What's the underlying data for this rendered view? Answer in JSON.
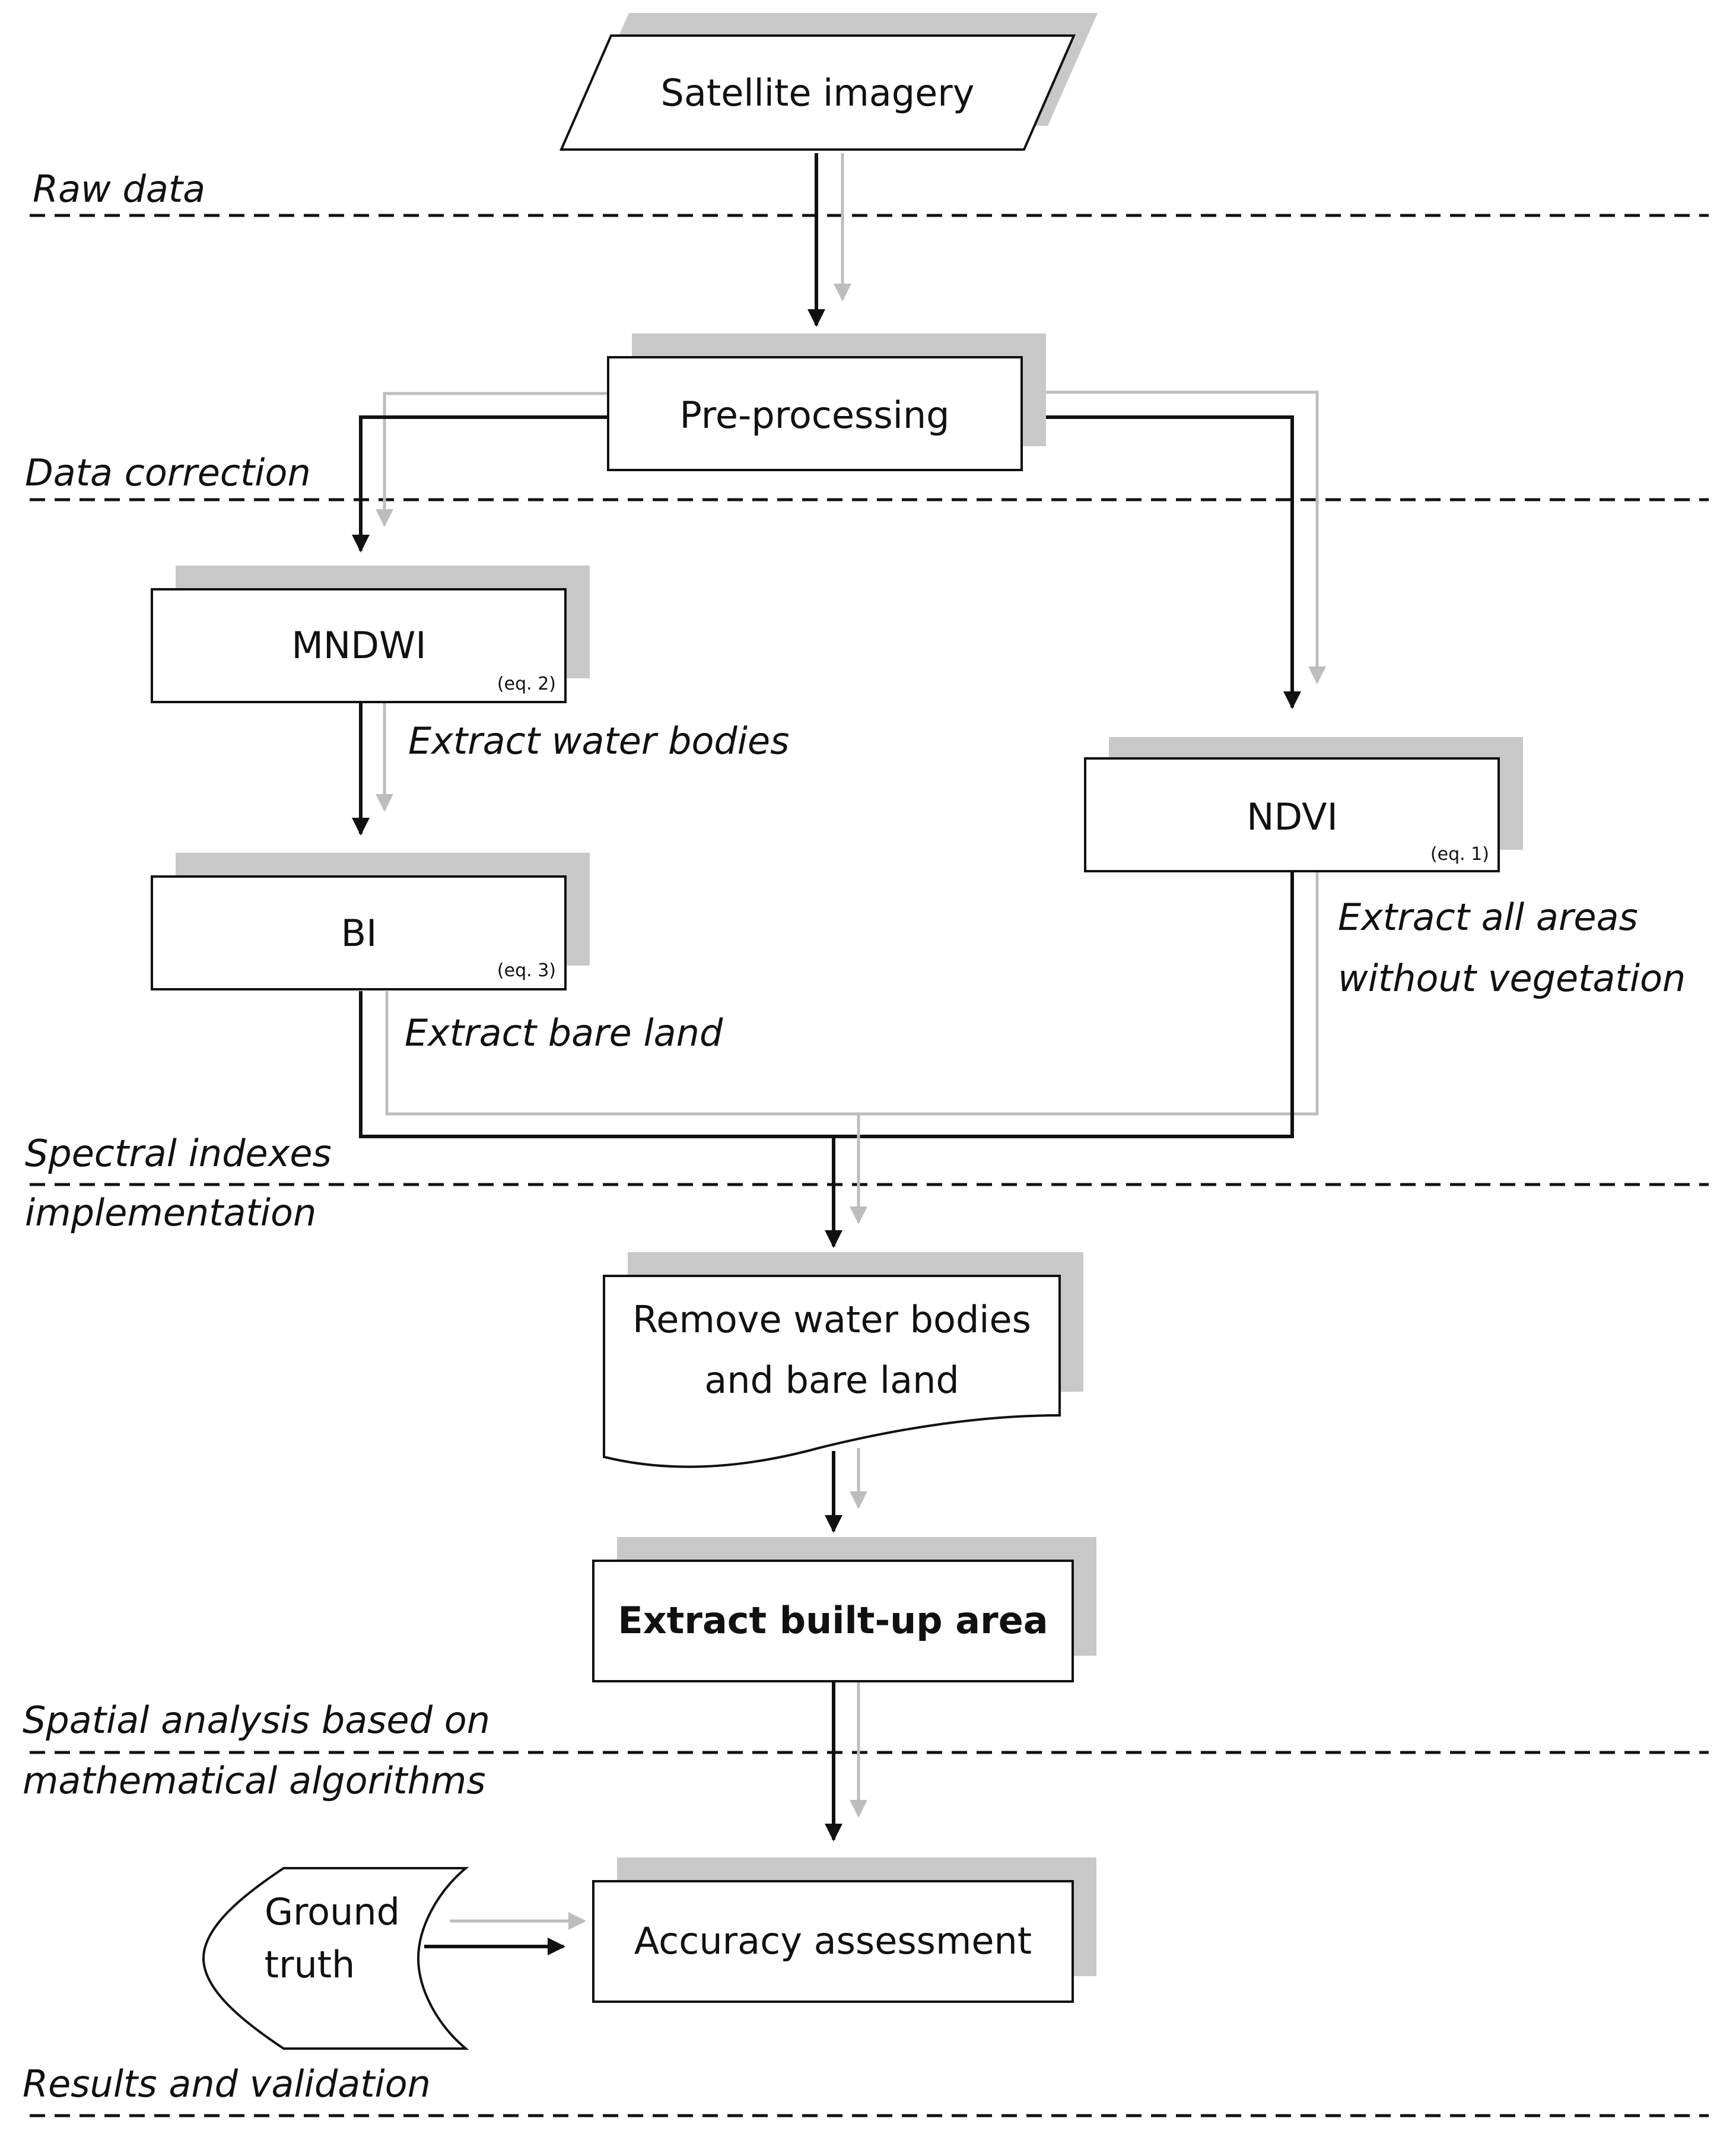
{
  "nodes": {
    "satellite": "Satellite imagery",
    "preprocessing": "Pre-processing",
    "mndwi": {
      "label": "MNDWI",
      "eq": "(eq. 2)"
    },
    "bi": {
      "label": "BI",
      "eq": "(eq. 3)"
    },
    "ndvi": {
      "label": "NDVI",
      "eq": "(eq. 1)"
    },
    "remove": {
      "line1": "Remove water bodies",
      "line2": "and bare land"
    },
    "builtup": "Extract built-up area",
    "accuracy": "Accuracy assessment",
    "ground_truth": {
      "line1": "Ground",
      "line2": "truth"
    }
  },
  "notes": {
    "water": "Extract water bodies",
    "bare": "Extract bare land",
    "veg_line1": "Extract all areas",
    "veg_line2": "without vegetation"
  },
  "stages": {
    "raw": "Raw data",
    "correction": "Data correction",
    "spectral_line1": "Spectral indexes",
    "spectral_line2": "implementation",
    "spatial_line1": "Spatial analysis based on",
    "spatial_line2": "mathematical algorithms",
    "results": "Results and validation"
  },
  "colors": {
    "primary_arrow": "#111111",
    "secondary_arrow": "#bdbdbd",
    "shadow": "#c8c8c8"
  }
}
